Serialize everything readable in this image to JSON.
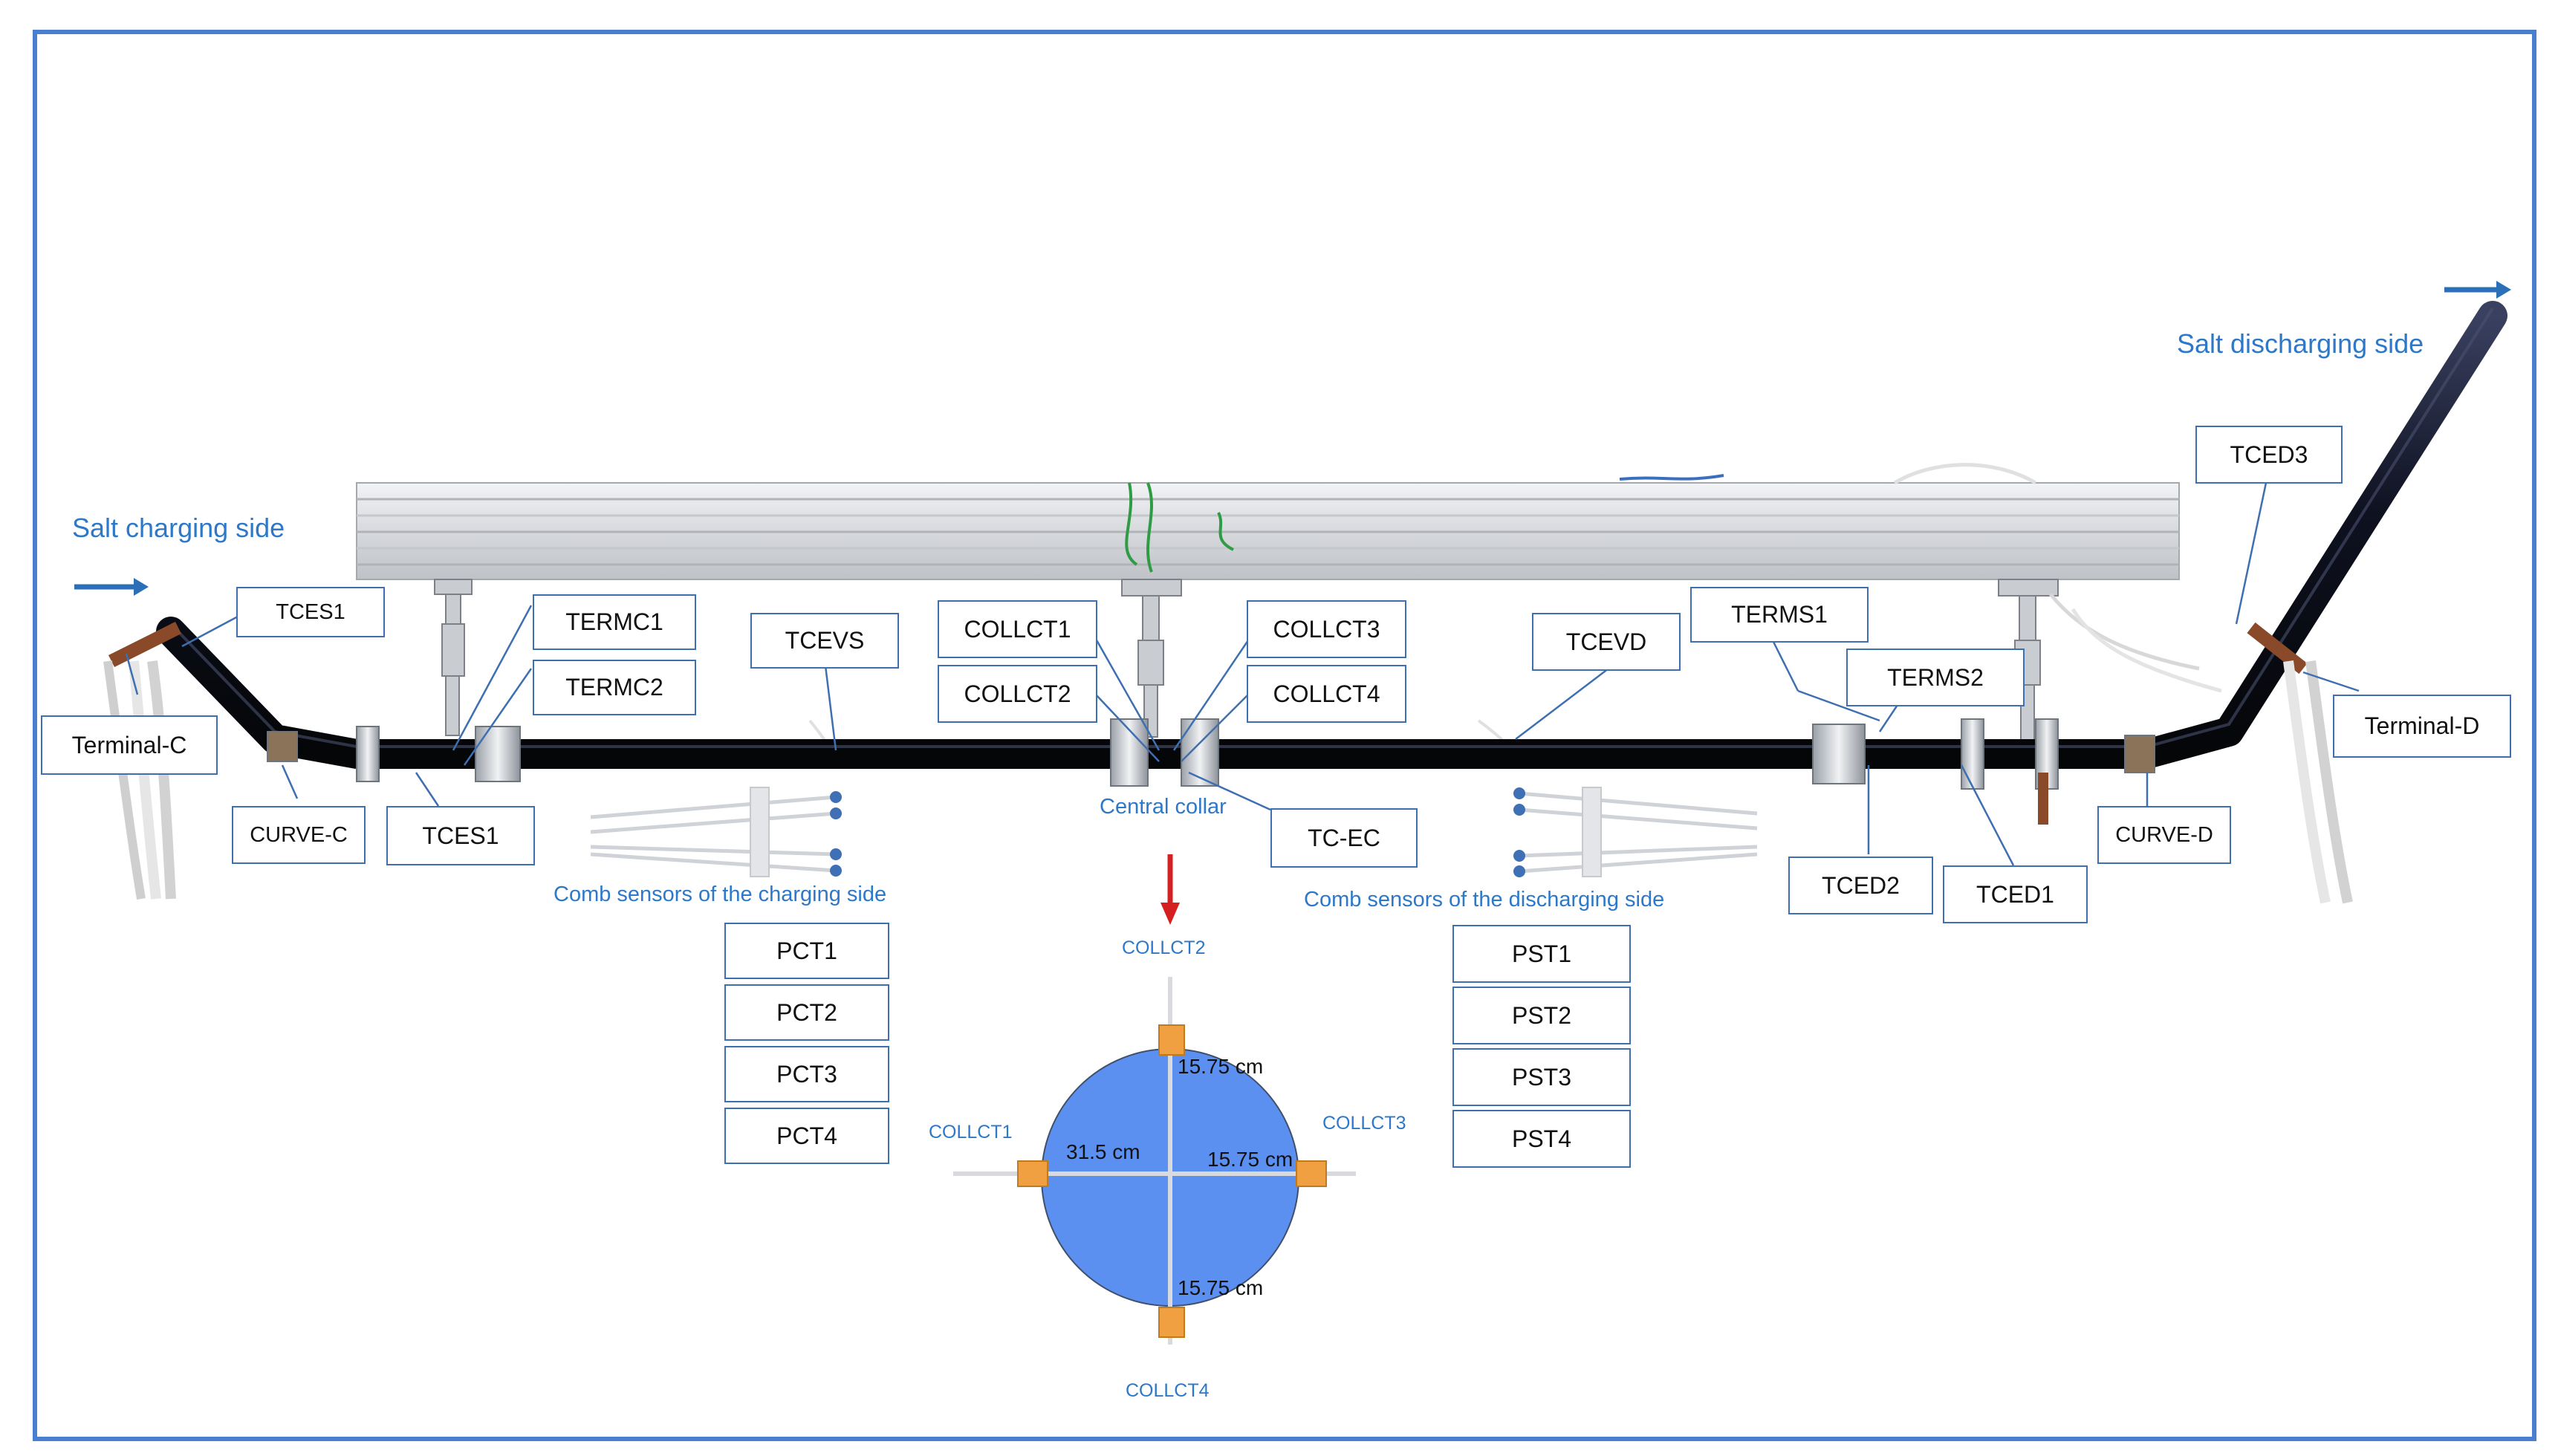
{
  "labels": {
    "tces1_top": "TCES1",
    "termc1": "TERMC1",
    "termc2": "TERMC2",
    "terminal_c": "Terminal-C",
    "curve_c": "CURVE-C",
    "tces1_bottom": "TCES1",
    "tcevs": "TCEVS",
    "collct1": "COLLCT1",
    "collct2": "COLLCT2",
    "collct3": "COLLCT3",
    "collct4": "COLLCT4",
    "tc_ec": "TC-EC",
    "tcevd": "TCEVD",
    "terms1": "TERMS1",
    "terms2": "TERMS2",
    "tced3": "TCED3",
    "terminal_d": "Terminal-D",
    "curve_d": "CURVE-D",
    "tced2": "TCED2",
    "tced1": "TCED1",
    "pct1": "PCT1",
    "pct2": "PCT2",
    "pct3": "PCT3",
    "pct4": "PCT4",
    "pst1": "PST1",
    "pst2": "PST2",
    "pst3": "PST3",
    "pst4": "PST4"
  },
  "captions": {
    "salt_charging_side": "Salt charging side",
    "salt_discharging_side": "Salt discharging side",
    "central_collar": "Central collar",
    "comb_charging": "Comb sensors of the charging side",
    "comb_discharging": "Comb sensors of the discharging side"
  },
  "cross_section": {
    "collct1": "COLLCT1",
    "collct2": "COLLCT2",
    "collct3": "COLLCT3",
    "collct4": "COLLCT4",
    "diameter": "31.5 cm",
    "radius_top": "15.75 cm",
    "radius_right": "15.75 cm",
    "radius_bottom": "15.75 cm"
  },
  "colors": {
    "frame": "#4a7fd0",
    "label_border": "#3e6fb0",
    "caption": "#2d78c8",
    "arrow_blue": "#2a6fb8",
    "arrow_red": "#d42020",
    "circle_fill": "#5b8ff0",
    "sensor_orange": "#f0a040",
    "pipe": "#15182a"
  }
}
